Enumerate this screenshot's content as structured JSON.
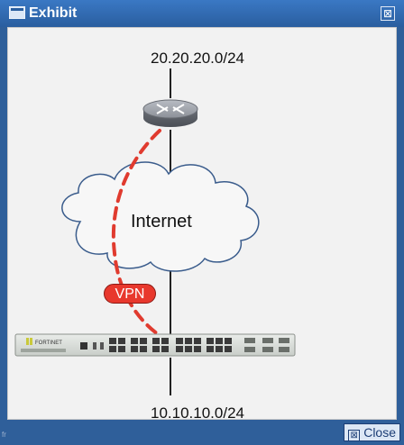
{
  "window": {
    "title": "Exhibit",
    "close_glyph": "⊠",
    "footer_close_label": "Close",
    "footer_mark": "fr"
  },
  "diagram": {
    "top_subnet": "20.20.20.0/24",
    "bottom_subnet": "10.10.10.0/24",
    "cloud_label": "Internet",
    "tunnel_label": "VPN",
    "device_brand": "FORTINET",
    "colors": {
      "tunnel": "#e03b2f",
      "link": "#222222",
      "cloud_fill": "#f7f7f7",
      "router": "#7d8087"
    }
  }
}
